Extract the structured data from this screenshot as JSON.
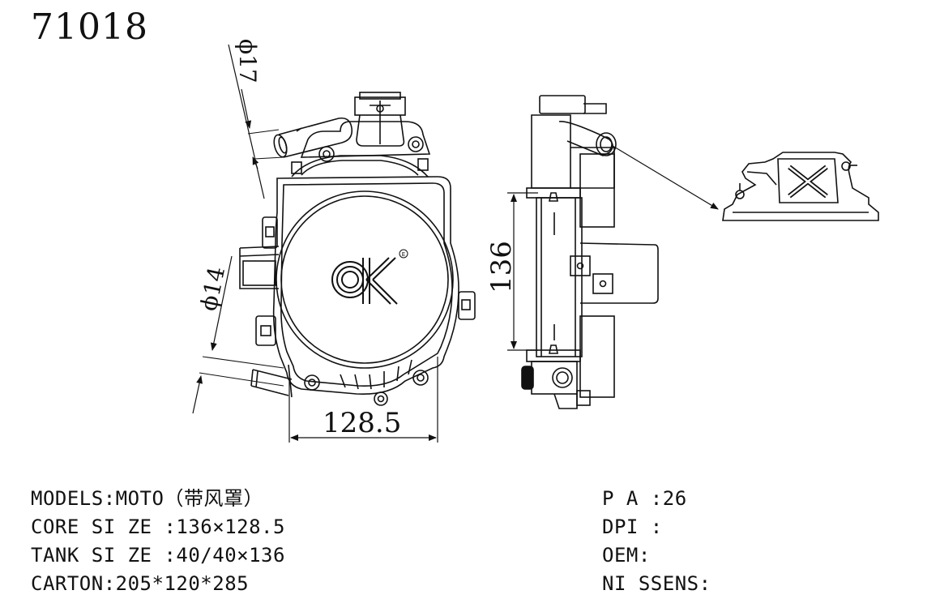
{
  "part_number": "71018",
  "dimensions": {
    "inlet_diameter": "ϕ17",
    "outlet_diameter": "ϕ14",
    "core_width": "128.5",
    "core_height": "136"
  },
  "logo": {
    "text": "ck",
    "mark": "Ⓔ"
  },
  "specs_left": [
    {
      "label": "MODELS:",
      "value": "MOTO（带风罩）"
    },
    {
      "label": "CORE SI ZE :",
      "value": "136×128.5"
    },
    {
      "label": "TANK SI ZE :",
      "value": "40/40×136"
    },
    {
      "label": "CARTON:",
      "value": "205*120*285"
    }
  ],
  "specs_right": [
    {
      "label": "P A :",
      "value": "26"
    },
    {
      "label": "DPI :",
      "value": ""
    },
    {
      "label": "OEM:",
      "value": ""
    },
    {
      "label": "NI SSENS:",
      "value": ""
    }
  ]
}
